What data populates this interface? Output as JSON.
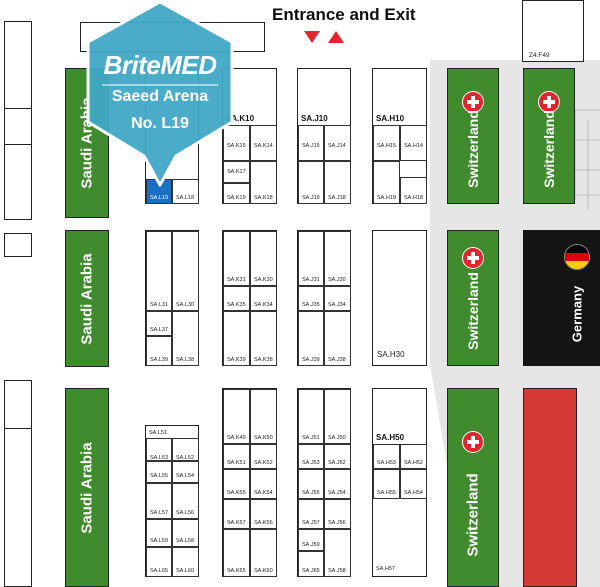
{
  "entrance_label": "Entrance and Exit",
  "marker": {
    "brand": "BriteMED",
    "venue": "Saeed Arena",
    "number": "No. L19"
  },
  "zones": {
    "saudi": "Saudi Arabia",
    "switzerland": "Switzerland",
    "germany": "Germany",
    "z4": "Z4.F49"
  },
  "row1": {
    "k_block": "SA.K10",
    "j_block": "SA.J10",
    "h_block": "SA.H10",
    "l18": "SA.L18",
    "l19": "SA.L19",
    "k15": "SA.K15",
    "k14": "SA.K14",
    "k17": "SA.K17",
    "k19": "SA.K19",
    "k18": "SA.K18",
    "j15": "SA.J15",
    "j14": "SA.J14",
    "j19": "SA.J19",
    "j18": "SA.J18",
    "h15": "SA.H15",
    "h14": "SA.H14",
    "h19": "SA.H19",
    "h18": "SA.H18"
  },
  "row2": {
    "l31": "SA.L31",
    "l30": "SA.L30",
    "l37": "SA.L37",
    "l39": "SA.L39",
    "l38": "SA.L38",
    "k31": "SA.K31",
    "k30": "SA.K30",
    "k35": "SA.K35",
    "k34": "SA.K34",
    "k39": "SA.K39",
    "k38": "SA.K38",
    "j31": "SA.J31",
    "j30": "SA.J30",
    "j35": "SA.J35",
    "j34": "SA.J34",
    "j39": "SA.J39",
    "j38": "SA.J38",
    "h30": "SA.H30"
  },
  "row3": {
    "l51": "SA.L51",
    "l53": "SA.L53",
    "l52": "SA.L52",
    "l55": "SA.L55",
    "l54": "SA.L54",
    "l57": "SA.L57",
    "l56": "SA.L56",
    "l59": "SA.L59",
    "l58": "SA.L58",
    "l65": "SA.L65",
    "l60": "SA.L60",
    "k49": "SA.K49",
    "k50": "SA.K50",
    "k51": "SA.K51",
    "k52": "SA.K52",
    "k55": "SA.K55",
    "k54": "SA.K54",
    "k57": "SA.K57",
    "k56": "SA.K56",
    "k65": "SA.K65",
    "k60": "SA.K60",
    "j51": "SA.J51",
    "j50": "SA.J50",
    "j53": "SA.J53",
    "j52": "SA.J52",
    "j55": "SA.J55",
    "j54": "SA.J54",
    "j57": "SA.J57",
    "j56": "SA.J56",
    "j59": "SA.J59",
    "j65": "SA.J65",
    "j58": "SA.J58",
    "h_block": "SA.H50",
    "h53": "SA.H53",
    "h52": "SA.H52",
    "h55": "SA.H55",
    "h54": "SA.H54",
    "h57": "SA.H57"
  },
  "colors": {
    "green": "#3f8b2e",
    "red": "#d73a34",
    "black": "#151515",
    "marker": "#41a8c6",
    "highlight": "#1d6fc4",
    "arrows": "#e0262e"
  }
}
